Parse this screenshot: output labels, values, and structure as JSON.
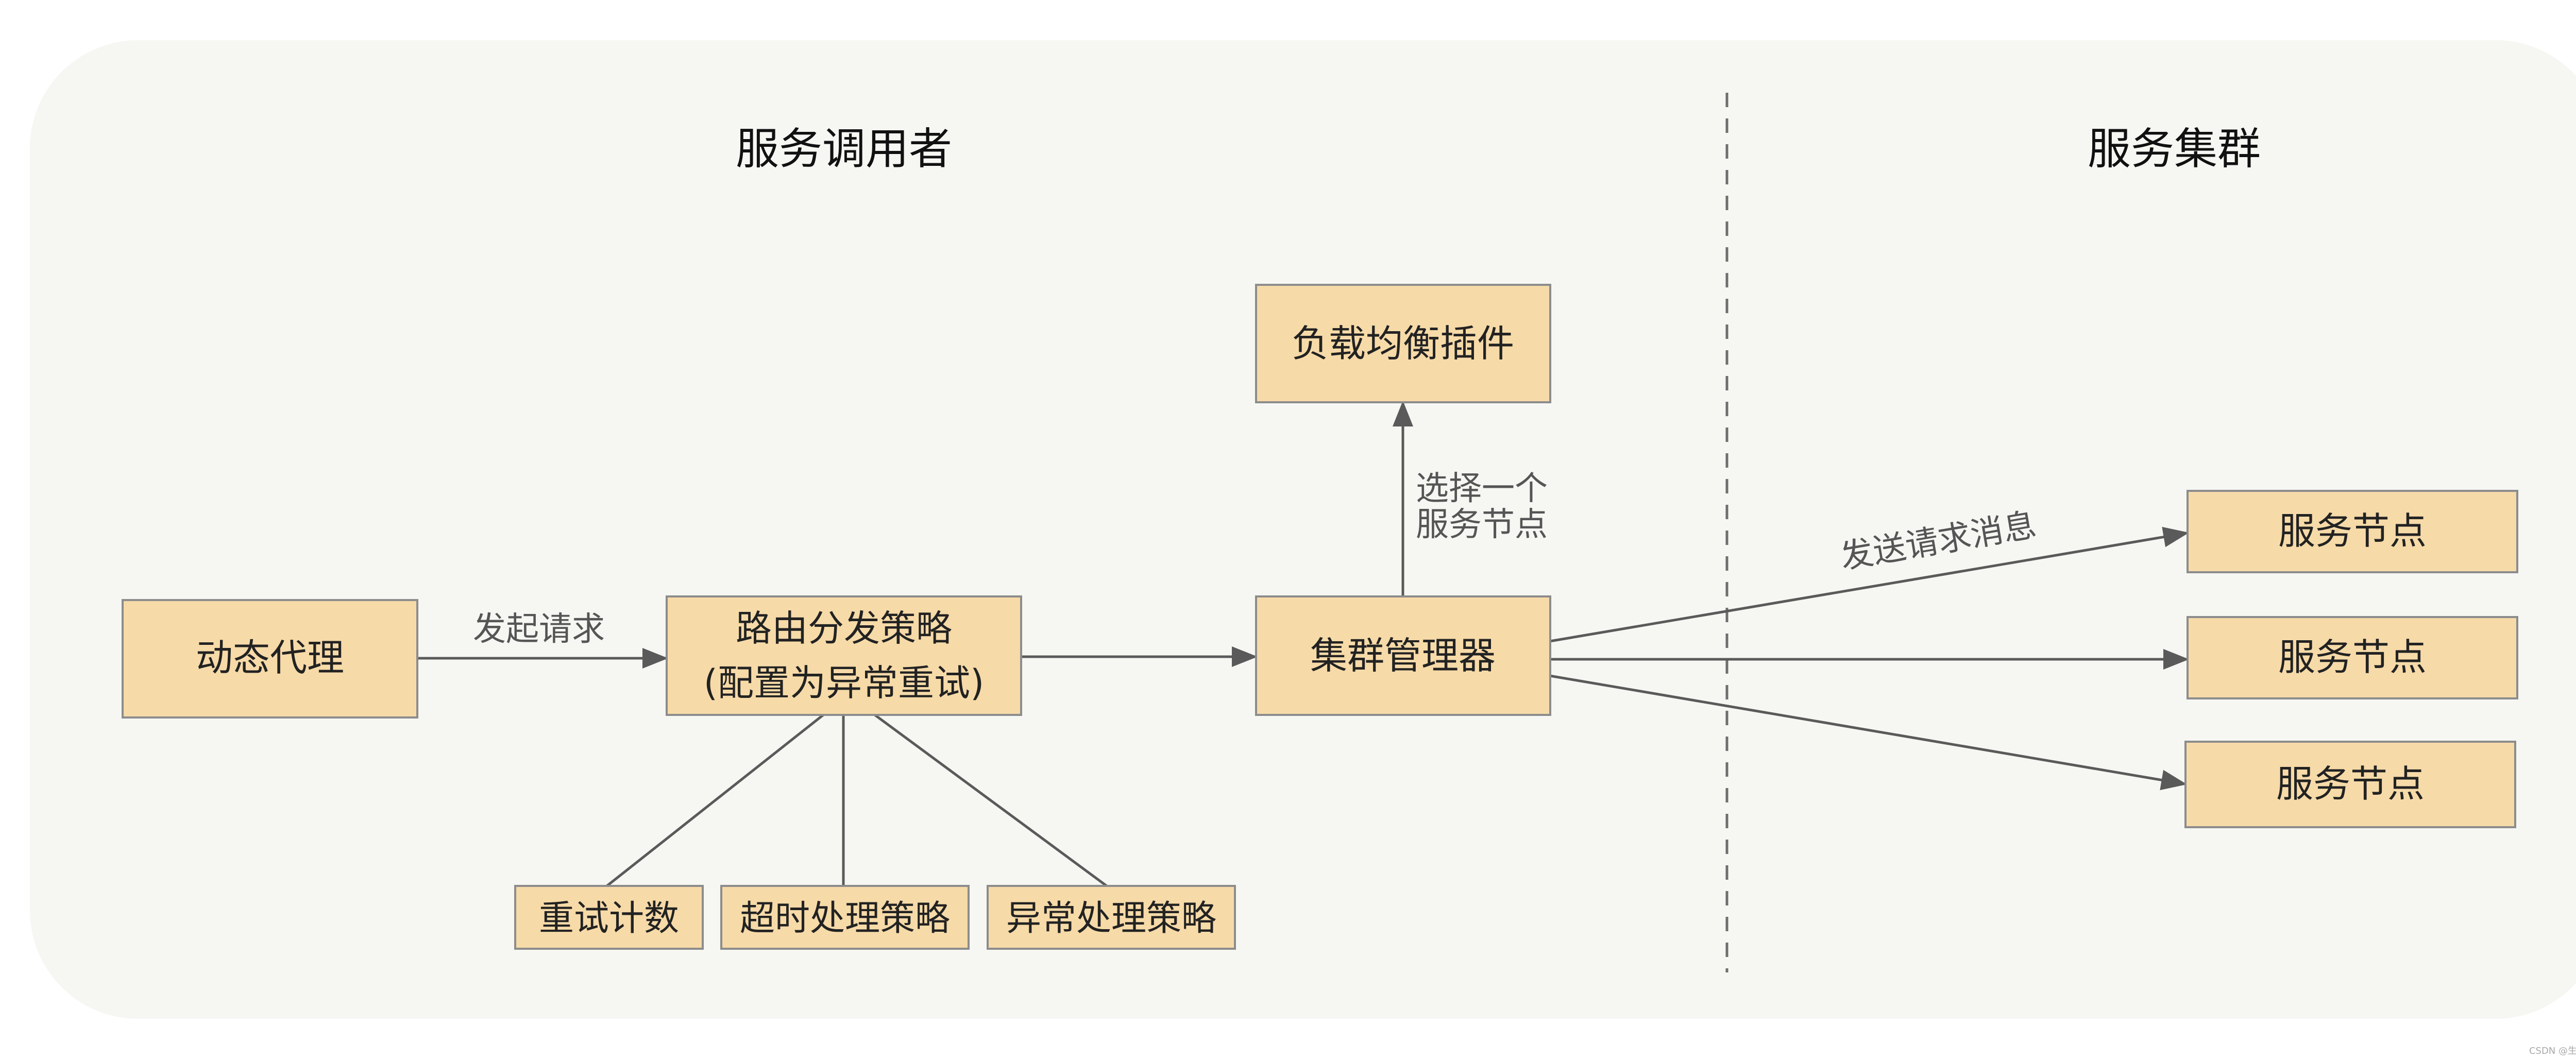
{
  "titles": {
    "caller": "服务调用者",
    "cluster": "服务集群"
  },
  "boxes": {
    "dynamic_proxy": "动态代理",
    "routing_strategy_line1": "路由分发策略",
    "routing_strategy_line2": "(配置为异常重试)",
    "cluster_manager": "集群管理器",
    "load_balancer": "负载均衡插件",
    "retry_count": "重试计数",
    "timeout_strategy": "超时处理策略",
    "exception_strategy": "异常处理策略",
    "service_node_1": "服务节点",
    "service_node_2": "服务节点",
    "service_node_3": "服务节点"
  },
  "labels": {
    "send_request": "发起请求",
    "select_node_line1": "选择一个",
    "select_node_line2": "服务节点",
    "send_message": "发送请求消息"
  },
  "watermark": "CSDN @生而知之者为妖",
  "colors": {
    "background_panel": "#F6F6F3",
    "box_fill": "#F6DAA8",
    "box_stroke": "#8C8C8C",
    "line": "#5A5A5A"
  }
}
